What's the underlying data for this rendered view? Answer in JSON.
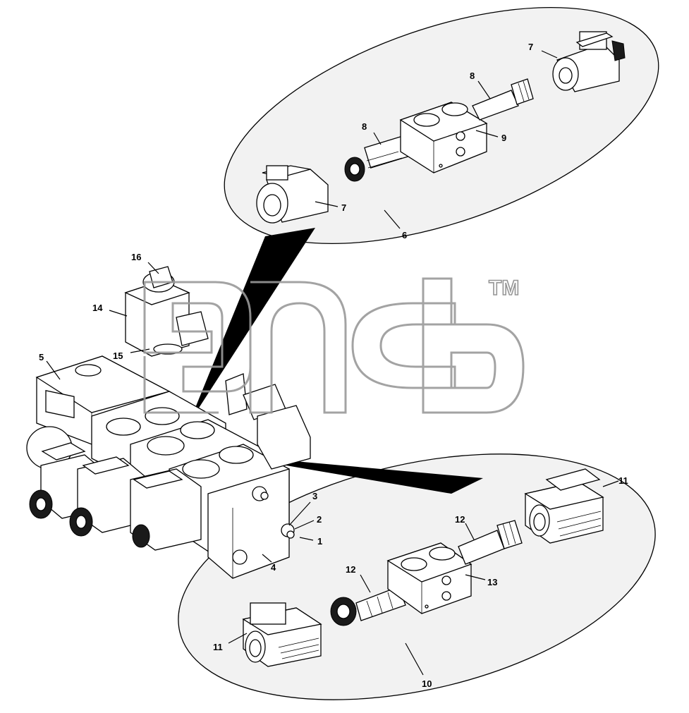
{
  "diagram": {
    "callouts": {
      "c1": "1",
      "c2": "2",
      "c3": "3",
      "c4": "4",
      "c5": "5",
      "c6": "6",
      "c7a": "7",
      "c7b": "7",
      "c8a": "8",
      "c8b": "8",
      "c9": "9",
      "c10": "10",
      "c11a": "11",
      "c11b": "11",
      "c12a": "12",
      "c12b": "12",
      "c13": "13",
      "c14": "14",
      "c15": "15",
      "c16": "16"
    },
    "watermark": {
      "mark": "TM"
    },
    "colors": {
      "line": "#000000",
      "callout_region": "#f2f2f2",
      "watermark": "#9a9a9a"
    }
  }
}
